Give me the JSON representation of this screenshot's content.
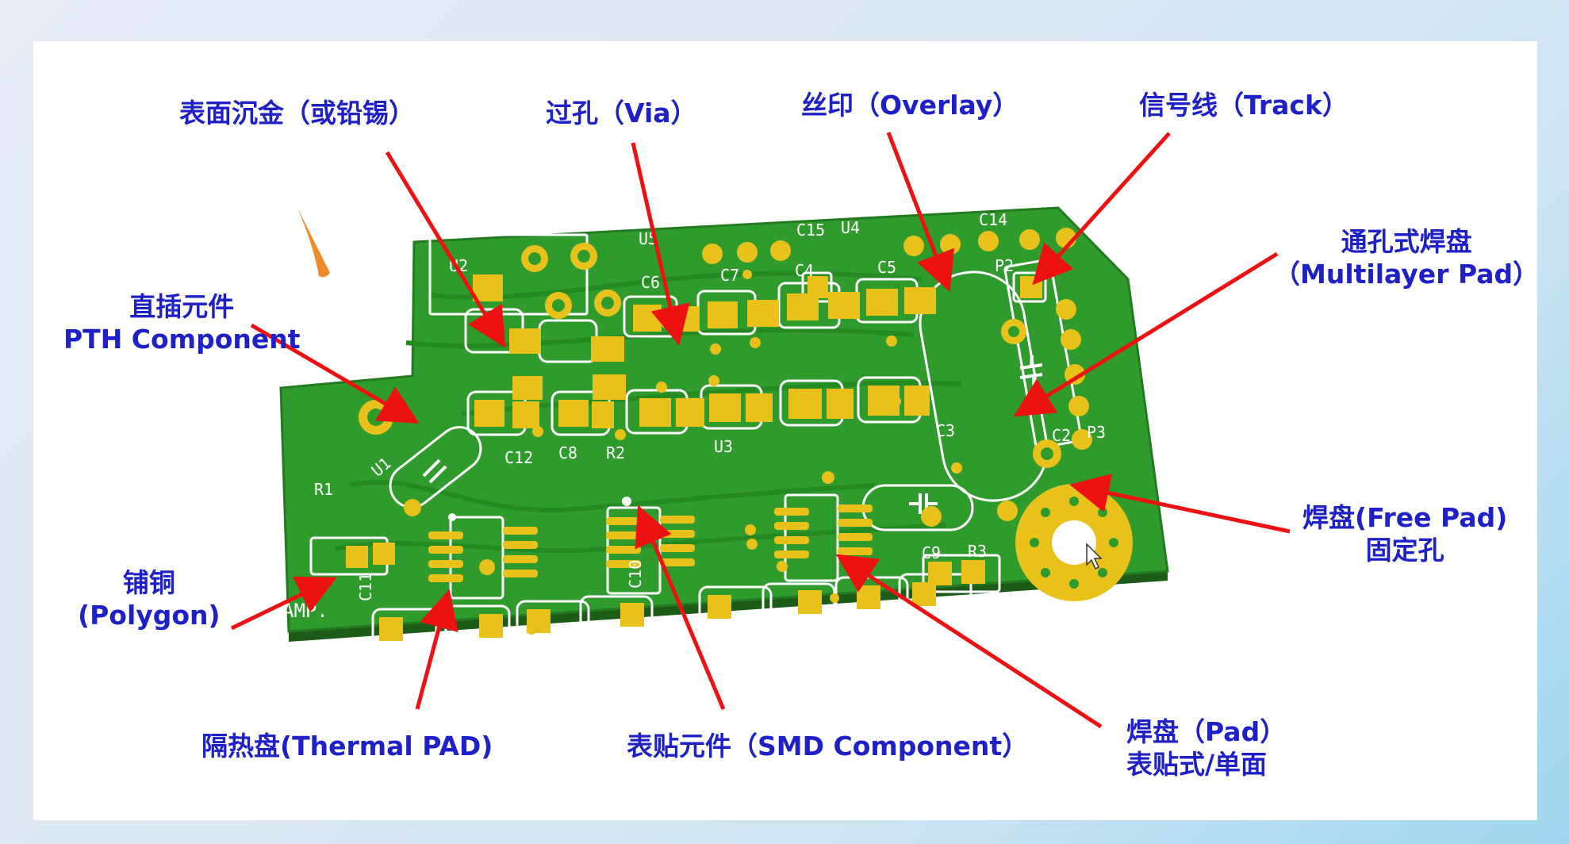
{
  "annotations": {
    "surface_finish": "表面沉金（或铅锡）",
    "via": "过孔（Via）",
    "overlay": "丝印（Overlay）",
    "track": "信号线（Track）",
    "multilayer_pad_line1": "通孔式焊盘",
    "multilayer_pad_line2": "（Multilayer Pad）",
    "pth_line1": "直插元件",
    "pth_line2": "PTH Component",
    "free_pad_line1": "焊盘(Free Pad)",
    "free_pad_line2": "固定孔",
    "polygon_line1": "铺铜",
    "polygon_line2": "(Polygon)",
    "thermal_pad": "隔热盘(Thermal PAD)",
    "smd_component": "表贴元件（SMD Component）",
    "pad_line1": "焊盘（Pad）",
    "pad_line2": "表贴式/单面"
  },
  "silkscreen": {
    "u2": "U2",
    "u5": "U5",
    "c15": "C15",
    "u4": "U4",
    "c14": "C14",
    "c6": "C6",
    "c7": "C7",
    "c4": "C4",
    "c5": "C5",
    "p2": "P2",
    "c12": "C12",
    "c8": "C8",
    "r2": "R2",
    "u3": "U3",
    "c3": "C3",
    "c2": "C2",
    "p3": "P3",
    "r1": "R1",
    "u1": "U1",
    "c11": "C11",
    "c10": "C10",
    "c9": "C9",
    "r3": "R3",
    "amp": "AMP."
  },
  "colors": {
    "board": "#2f9b2c",
    "board_dark": "#24781f",
    "copper_gold": "#e8c21a",
    "silkscreen": "#ffffff",
    "arrow": "#ee1111",
    "label": "#1f21c8"
  }
}
